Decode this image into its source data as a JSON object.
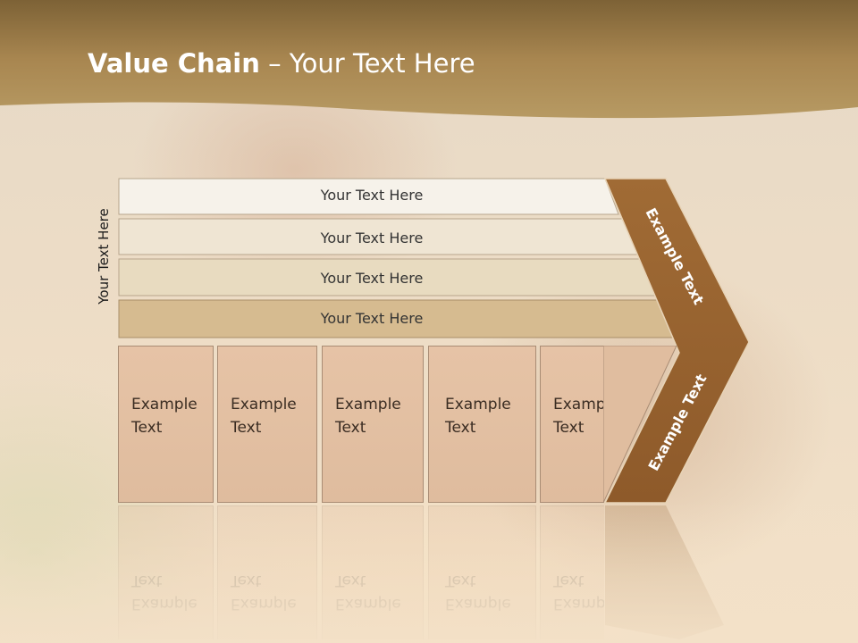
{
  "title": {
    "bold": "Value Chain",
    "rest": " – Your Text Here"
  },
  "side_label": "Your Text Here",
  "bars": [
    {
      "label": "Your Text Here"
    },
    {
      "label": "Your Text Here"
    },
    {
      "label": "Your Text Here"
    },
    {
      "label": "Your Text Here"
    }
  ],
  "cells": [
    {
      "line1": "Example",
      "line2": "Text"
    },
    {
      "line1": "Example",
      "line2": "Text"
    },
    {
      "line1": "Example",
      "line2": "Text"
    },
    {
      "line1": "Example",
      "line2": "Text"
    },
    {
      "line1": "Example",
      "line2": "Text"
    }
  ],
  "chevron": {
    "upper": "Example Text",
    "lower": "Example Text"
  },
  "colors": {
    "header": "#a88650",
    "chevron": "#9c6631",
    "bar_1": "#f6f2ea",
    "bar_2": "#efe5d3",
    "bar_3": "#e8dbc0",
    "bar_4": "#d6bb90",
    "cell": "#e3c0a2"
  }
}
